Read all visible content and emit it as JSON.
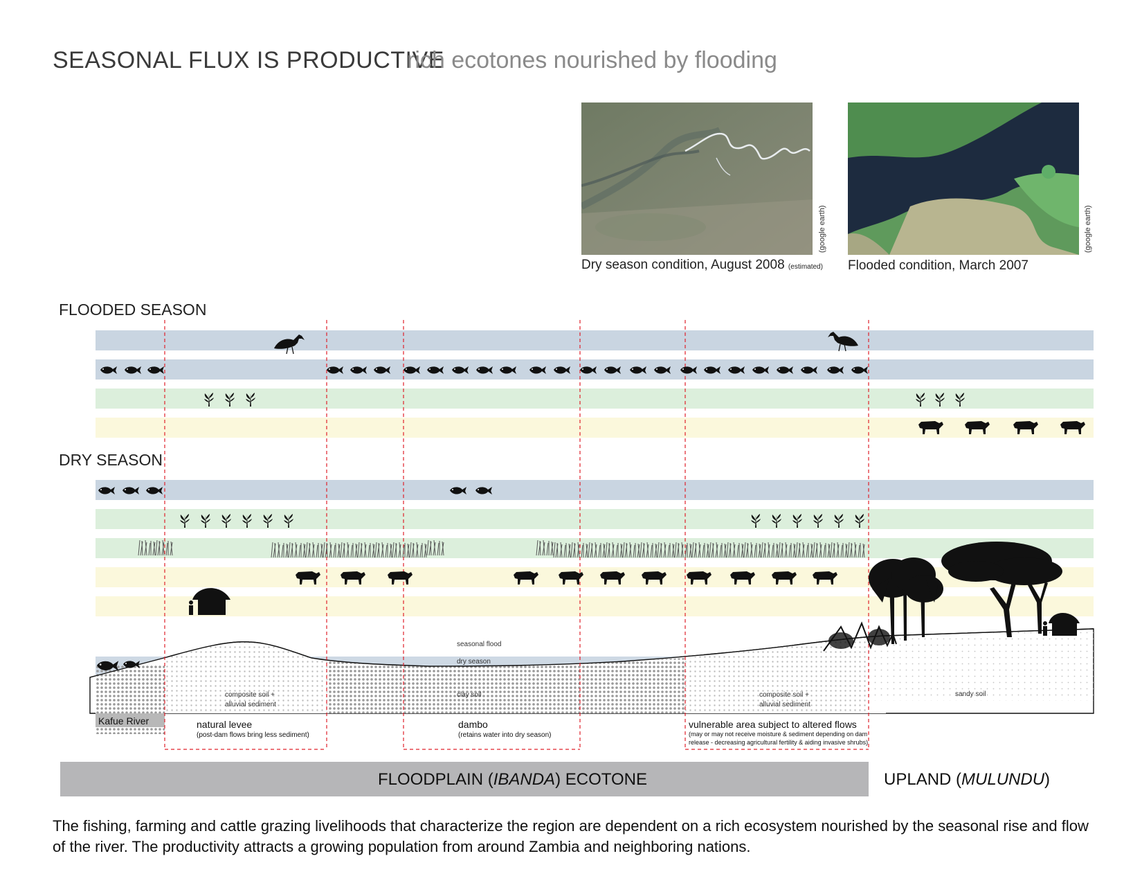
{
  "header": {
    "title": "SEASONAL FLUX IS PRODUCTIVE",
    "subtitle": "rich ecotones nourished by flooding"
  },
  "images": {
    "dry": {
      "caption": "Dry season condition, August 2008",
      "note": "(estimated)",
      "credit": "(google earth)"
    },
    "flooded": {
      "caption": "Flooded condition, March 2007",
      "credit": "(google earth)"
    }
  },
  "seasons": {
    "flooded": "FLOODED SEASON",
    "dry": "DRY SEASON"
  },
  "section": {
    "seasonal_flood": "seasonal flood",
    "dry_season": "dry season",
    "river": "Kafue River",
    "soils": {
      "composite_left": "composite soil +",
      "alluvial_left": "alluvial sediment",
      "clay": "clay soil",
      "composite_right": "composite soil +",
      "alluvial_right": "alluvial sediment",
      "sandy": "sandy soil"
    },
    "zones": {
      "levee": {
        "title": "natural levee",
        "note": "(post-dam flows bring less sediment)"
      },
      "dambo": {
        "title": "dambo",
        "note": "(retains water into dry season)"
      },
      "vulnerable": {
        "title": "vulnerable area subject to altered flows",
        "note1": "(may or may not receive moisture & sediment  depending on dam",
        "note2": "release - decreasing agricultural fertility & aiding invasive shrubs)"
      }
    }
  },
  "footer": {
    "floodplain_prefix": "FLOODPLAIN (",
    "floodplain_italic": "IBANDA",
    "floodplain_suffix": ") ECOTONE",
    "upland_prefix": "UPLAND (",
    "upland_italic": "MULUNDU",
    "upland_suffix": ")"
  },
  "description": "The fishing, farming and cattle grazing livelihoods that characterize the region are dependent on a rich ecosystem nourished by the seasonal rise and flow of the river.  The productivity attracts a growing population from around Zambia and neighboring nations.",
  "colors": {
    "water_band": "#c9d5e1",
    "crop_band": "#dcefdc",
    "grazing_band": "#fbf8dc",
    "zone_line": "#e0202a",
    "footer_band": "#b6b6b8"
  }
}
